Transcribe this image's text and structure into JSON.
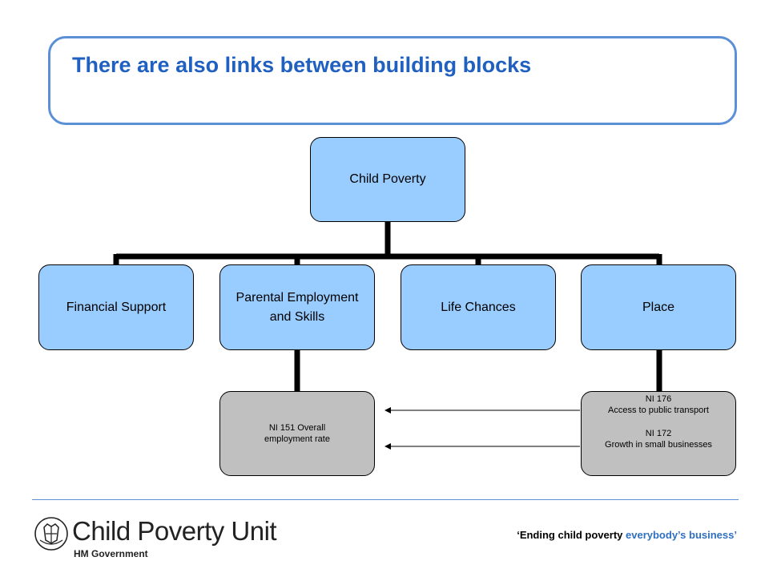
{
  "title": "There are also links between building blocks",
  "diagram": {
    "root": "Child Poverty",
    "blocks": [
      "Financial Support",
      "Parental Employment and Skills",
      "Life Chances",
      "Place"
    ],
    "indicators": {
      "employment": "NI 151 Overall\nemployment rate",
      "place": "NI 176\nAccess to public transport\n\nNI 172\nGrowth in small businesses"
    }
  },
  "footer": {
    "logo_name": "Child Poverty Unit",
    "logo_sub": "HM Government",
    "tagline_part1": "‘Ending child poverty",
    "tagline_part2": "everybody’s business’"
  },
  "colors": {
    "accent": "#2060c0",
    "node_fill": "#99ccff",
    "indicator_fill": "#c0c0c0",
    "frame": "#5b8fd6"
  }
}
